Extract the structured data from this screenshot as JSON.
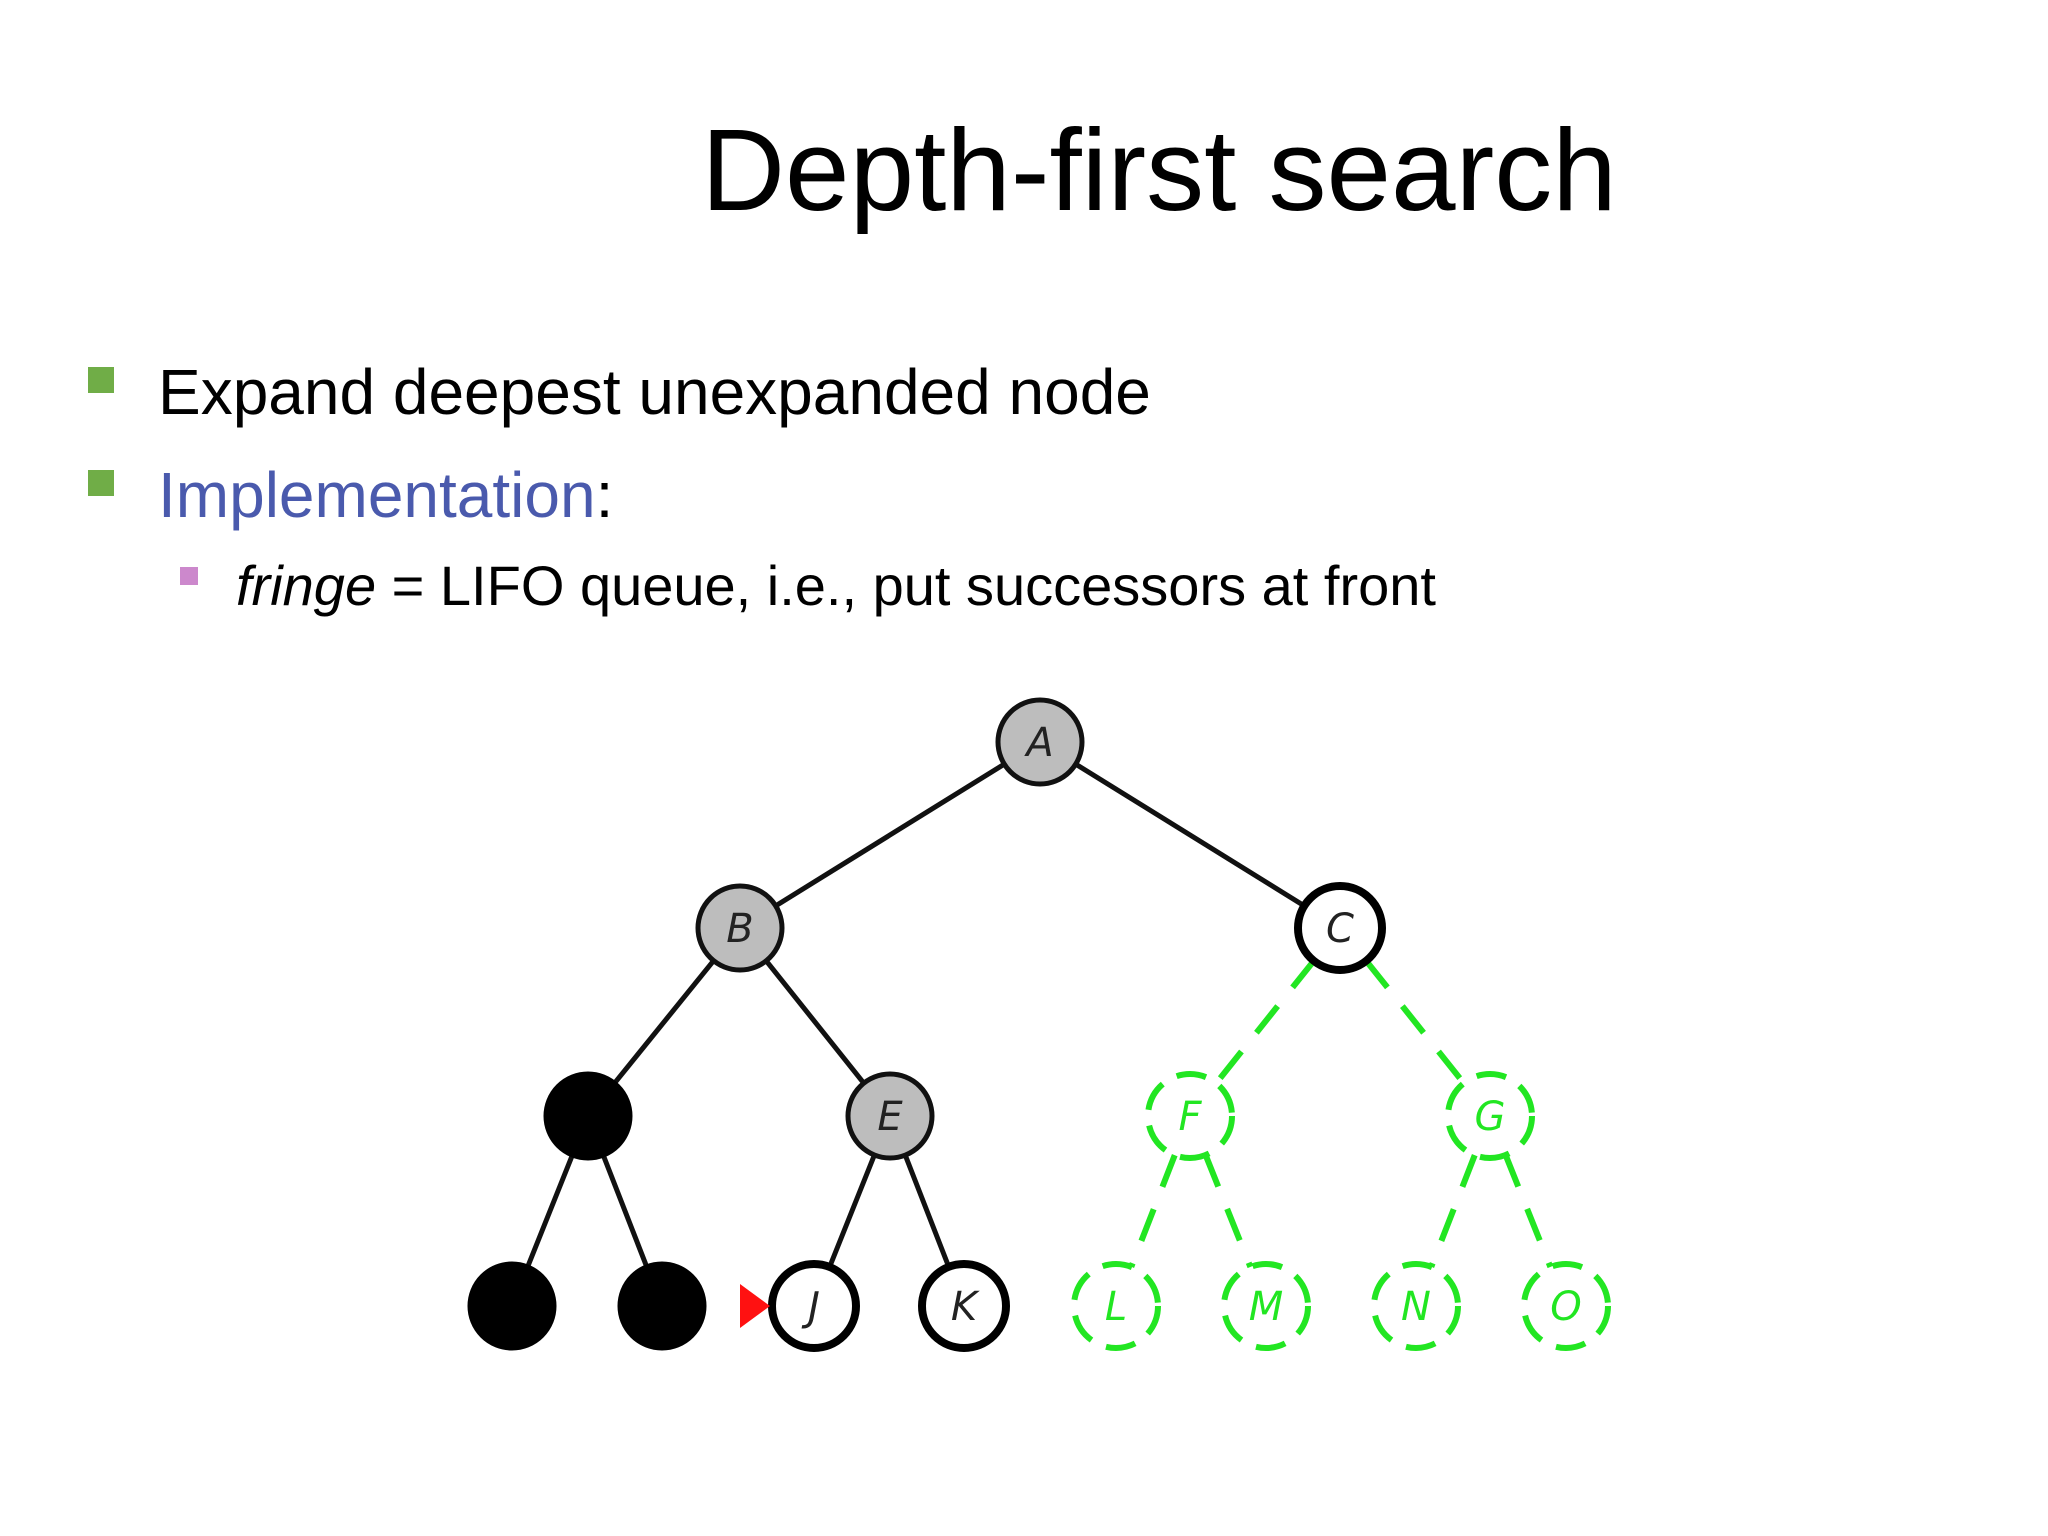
{
  "slide": {
    "title": "Depth-first search"
  },
  "bullets": [
    {
      "text": "Expand deepest unexpanded node"
    },
    {
      "link_text": "Implementation",
      "suffix": ":"
    }
  ],
  "sub_bullets": [
    {
      "italic": "fringe",
      "text": " = LIFO queue, i.e., put successors at front"
    }
  ],
  "colors": {
    "bullet_l1": "#70ad47",
    "bullet_l2": "#cc88cc",
    "link": "#4a5aad",
    "expanded_fill": "#bdbdbd",
    "closed_fill": "#000000",
    "unexplored": "#22e622",
    "current_marker": "#ff1111"
  },
  "diagram": {
    "nodes": [
      {
        "id": "A",
        "label": "A",
        "state": "expanded"
      },
      {
        "id": "B",
        "label": "B",
        "state": "expanded"
      },
      {
        "id": "C",
        "label": "C",
        "state": "fringe"
      },
      {
        "id": "D",
        "label": "",
        "state": "closed"
      },
      {
        "id": "E",
        "label": "E",
        "state": "expanded"
      },
      {
        "id": "F",
        "label": "F",
        "state": "unexplored"
      },
      {
        "id": "G",
        "label": "G",
        "state": "unexplored"
      },
      {
        "id": "H",
        "label": "",
        "state": "closed"
      },
      {
        "id": "I",
        "label": "",
        "state": "closed"
      },
      {
        "id": "J",
        "label": "J",
        "state": "fringe",
        "current": true
      },
      {
        "id": "K",
        "label": "K",
        "state": "fringe"
      },
      {
        "id": "L",
        "label": "L",
        "state": "unexplored"
      },
      {
        "id": "M",
        "label": "M",
        "state": "unexplored"
      },
      {
        "id": "N",
        "label": "N",
        "state": "unexplored"
      },
      {
        "id": "O",
        "label": "O",
        "state": "unexplored"
      }
    ],
    "edges": [
      {
        "from": "A",
        "to": "B",
        "style": "solid"
      },
      {
        "from": "A",
        "to": "C",
        "style": "solid"
      },
      {
        "from": "B",
        "to": "D",
        "style": "solid"
      },
      {
        "from": "B",
        "to": "E",
        "style": "solid"
      },
      {
        "from": "C",
        "to": "F",
        "style": "dashed"
      },
      {
        "from": "C",
        "to": "G",
        "style": "dashed"
      },
      {
        "from": "D",
        "to": "H",
        "style": "solid"
      },
      {
        "from": "D",
        "to": "I",
        "style": "solid"
      },
      {
        "from": "E",
        "to": "J",
        "style": "solid"
      },
      {
        "from": "E",
        "to": "K",
        "style": "solid"
      },
      {
        "from": "F",
        "to": "L",
        "style": "dashed"
      },
      {
        "from": "F",
        "to": "M",
        "style": "dashed"
      },
      {
        "from": "G",
        "to": "N",
        "style": "dashed"
      },
      {
        "from": "G",
        "to": "O",
        "style": "dashed"
      }
    ]
  }
}
